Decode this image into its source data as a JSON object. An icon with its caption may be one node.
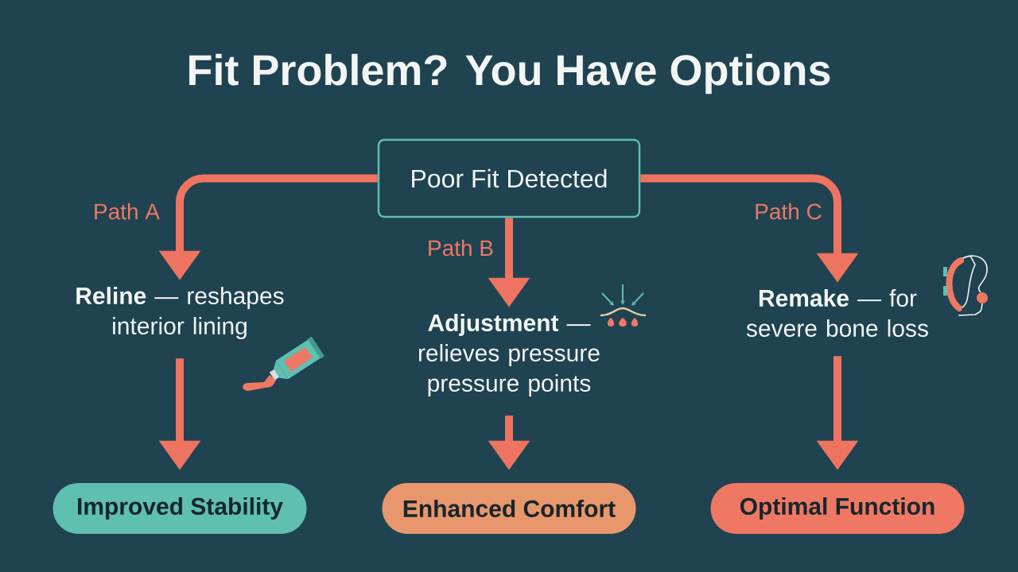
{
  "diagram": {
    "title": "Fit Problem? You Have Options",
    "nodes": [
      {
        "text": [
          "Poor Fit Detected"
        ]
      },
      {
        "text": [
          "**Reline** — reshapes interior lining"
        ]
      },
      {
        "text": [
          "**Adjustment** — relieves pressure pressure points"
        ]
      },
      {
        "text": [
          "**Remake** — for severe bone loss"
        ]
      },
      {
        "text": [
          "Improved Stability"
        ]
      },
      {
        "text": [
          "Enhanced Comfort"
        ]
      },
      {
        "text": [
          "Optimal Function"
        ]
      }
    ],
    "edges": [
      {
        "from": 0,
        "to": 1,
        "arrow": "to",
        "label": "Path A"
      },
      {
        "from": 0,
        "to": 2,
        "arrow": "to",
        "label": "Path B"
      },
      {
        "from": 0,
        "to": 3,
        "arrow": "to",
        "label": "Path C"
      },
      {
        "from": 1,
        "to": 4,
        "arrow": "to"
      },
      {
        "from": 2,
        "to": 5,
        "arrow": "to"
      },
      {
        "from": 3,
        "to": 6,
        "arrow": "to"
      }
    ]
  }
}
